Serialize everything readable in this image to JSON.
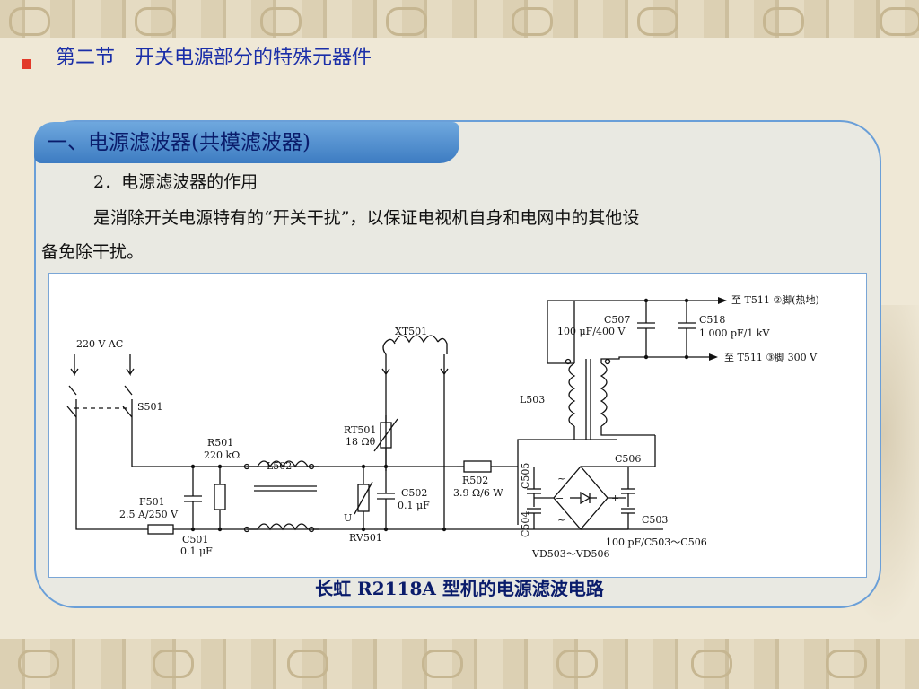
{
  "page": {
    "title": "第二节　开关电源部分的特殊元器件",
    "section_tab": "一、电源滤波器(共模滤波器)",
    "subhead": "2．电源滤波器的作用",
    "para_line1": "是消除开关电源特有的“开关干扰”，以保证电视机自身和电网中的其他设",
    "para_line2": "备免除干扰。",
    "caption": "长虹 R2118A 型机的电源滤波电路"
  },
  "colors": {
    "accent": "#1a2ea8",
    "bullet": "#e23a2a",
    "panel_border": "#6a9fd8"
  },
  "diagram": {
    "labels": {
      "ac_in": "220 V AC",
      "switch": "S501",
      "fuse": "F501",
      "fuse_val": "2.5 A/250 V",
      "c501": "C501",
      "c501_val": "0.1 μF",
      "r501": "R501",
      "r501_val": "220 kΩ",
      "l502": "L502",
      "xt501": "XT501",
      "rt501": "RT501",
      "rt501_val": "18 Ωθ",
      "rv501": "RV501",
      "rv_u": "U",
      "c502": "C502",
      "c502_val": "0.1 μF",
      "r502": "R502",
      "r502_val": "3.9 Ω/6 W",
      "l503": "L503",
      "c507": "C507",
      "c507_val": "100 μF/400 V",
      "c518": "C518",
      "c518_val": "1 000 pF/1 kV",
      "to_pin2": "至 T511 ②脚(热地)",
      "to_pin3": "至 T511 ③脚 300 V",
      "c505": "C505",
      "c504": "C504",
      "c506": "C506",
      "c503": "C503",
      "cap_note": "100 pF/C503～C506",
      "diodes": "VD503～VD506"
    }
  }
}
